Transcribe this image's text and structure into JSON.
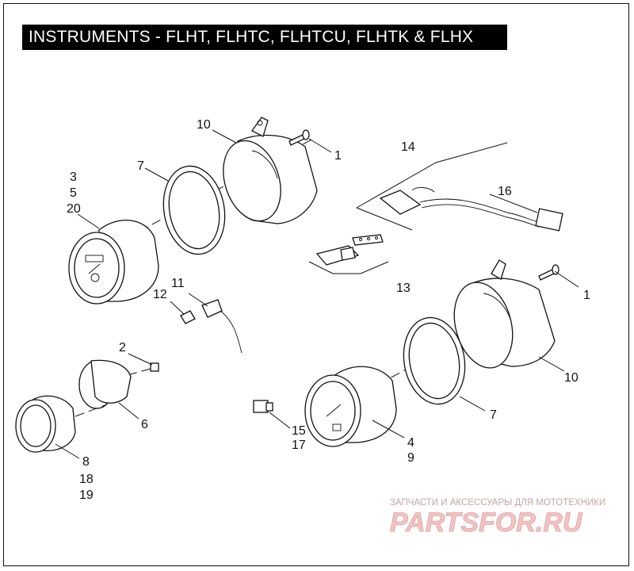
{
  "title": "INSTRUMENTS - FLHT, FLHTC, FLHTCU, FLHTK & FLHX",
  "callouts": {
    "c10a": "10",
    "c1a": "1",
    "c7a": "7",
    "c3": "3",
    "c5": "5",
    "c20": "20",
    "c14": "14",
    "c16": "16",
    "c13": "13",
    "c11": "11",
    "c12": "12",
    "c2": "2",
    "c6": "6",
    "c8": "8",
    "c18": "18",
    "c19": "19",
    "c15": "15",
    "c17": "17",
    "c4": "4",
    "c9": "9",
    "c1b": "1",
    "c10b": "10",
    "c7b": "7"
  },
  "watermark": {
    "subtitle": "ЗАПЧАСТИ И АКСЕССУАРЫ ДЛЯ МОТОТЕХНИКИ",
    "brand": "PARTSFOR.RU"
  },
  "colors": {
    "title_bg": "#000000",
    "title_fg": "#ffffff",
    "watermark": "#e59c9c"
  }
}
